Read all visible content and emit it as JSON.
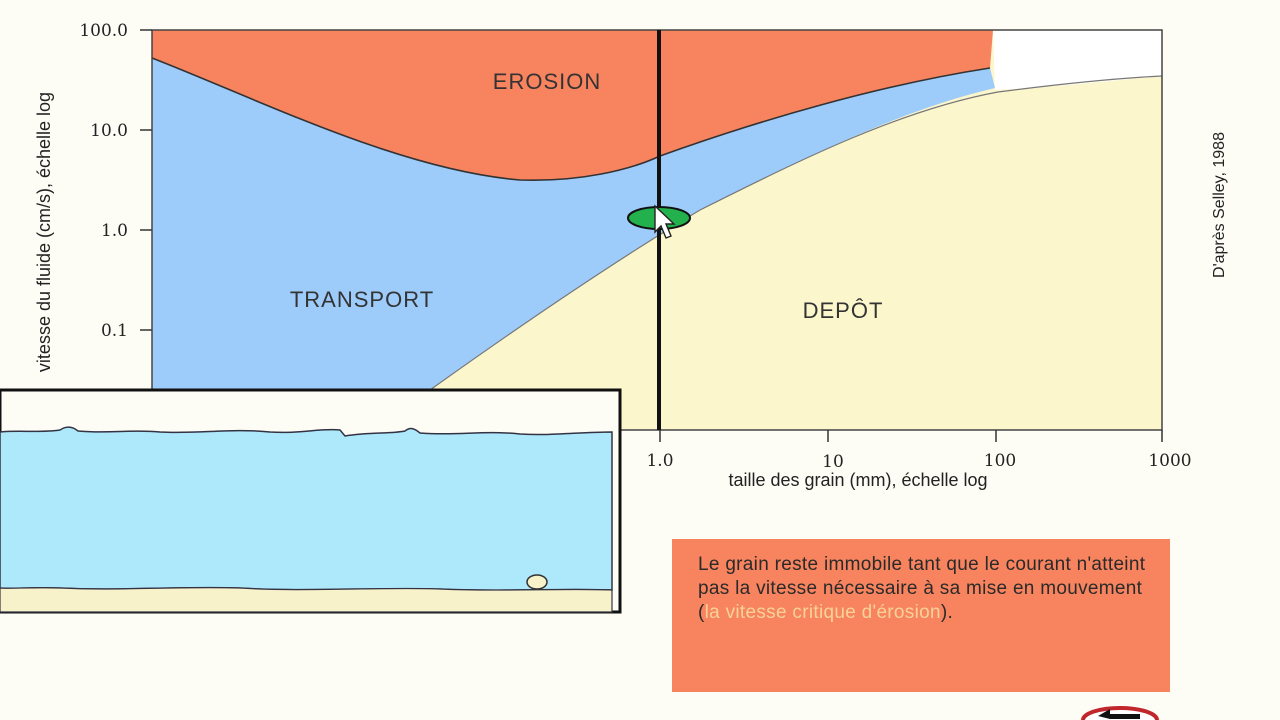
{
  "diagram": {
    "regions": {
      "erosion": "EROSION",
      "transport": "TRANSPORT",
      "deposit": "DEPÔT"
    },
    "y_axis": {
      "label": "vitesse du fluide (cm/s), échelle log",
      "ticks": [
        "100.0",
        "10.0",
        "1.0",
        "0.1"
      ]
    },
    "x_axis": {
      "label": "taille des grain (mm), échelle log",
      "ticks": [
        "1.0",
        "10",
        "100",
        "1000"
      ]
    },
    "credit": "D'après Selley, 1988",
    "marker": {
      "grain_size_mm": 1.0,
      "velocity_cm_s": 1.1
    },
    "colors": {
      "erosion": "#f7845f",
      "transport": "#9dcbfa",
      "deposit": "#fbf6cc",
      "water": "#aee8fb",
      "sediment": "#f7f2c9",
      "marker": "#22b14c"
    }
  },
  "note": {
    "text_before": "Le grain reste immobile tant que le courant n'atteint pas la vitesse nécessaire à sa mise en mouvement (",
    "highlight": "la vitesse critique d'érosion",
    "text_after": ")."
  },
  "icons": {
    "back": "back-arrow-icon",
    "cursor": "cursor-arrow-icon"
  }
}
